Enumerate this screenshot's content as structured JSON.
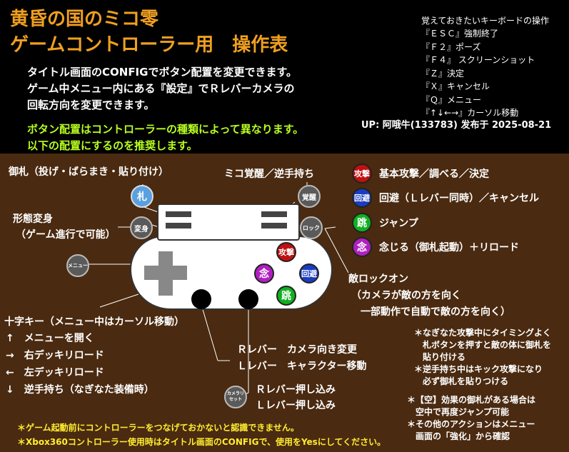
{
  "header": {
    "title_line1": "黄昏の国のミコ零",
    "title_line2": "ゲームコントローラー用　操作表",
    "intro_lines": [
      "タイトル画面のCONFIGでボタン配置を変更できます。",
      "ゲーム中メニュー内にある『設定』でＲレバーカメラの",
      "回転方向を変更できます。"
    ],
    "green_lines": [
      "ボタン配置はコントローラーの種類によって異なります。",
      "以下の配置にするのを推奨します。"
    ],
    "keyboard_title": "覚えておきたいキーボードの操作",
    "keyboard_items": [
      "『ＥＳＣ』強制終了",
      "『Ｆ２』ポーズ",
      "『Ｆ４』 スクリーンショット",
      "『Ｚ』決定",
      "『Ｘ』キャンセル",
      "『Ｑ』メニュー",
      "『↑↓←→』カーソル移動"
    ],
    "uploader": "UP: 阿哦牛(133783) 发布于 2025-08-21"
  },
  "labels": {
    "ofuda": "御札（投げ・ばらまき・貼り付け）",
    "miko": "ミコ覚醒／逆手持ち",
    "henshin": "形態変身",
    "henshin_sub": "（ゲーム進行で可能）",
    "lockon": "敵ロックオン",
    "lockon_sub1": "（カメラが敵の方を向く",
    "lockon_sub2": "一部動作で自動で敵の方を向く）",
    "dpad_title": "十字キー（メニュー中はカーソル移動）",
    "dpad_items": [
      "↑　メニューを開く",
      "→　右デッキリロード",
      "←　左デッキリロード",
      "↓　逆手持ち（なぎなた装備時）"
    ],
    "r_lever": "Ｒレバー　カメラ向き変更",
    "l_lever": "Ｌレバー　キャラクター移動",
    "r_press": "Ｒレバー押し込み",
    "l_press": "Ｌレバー押し込み"
  },
  "buttons": {
    "ofuda": "札",
    "kakusei": "覚醒",
    "henshin": "変身",
    "lock": "ロック",
    "menu": "メニュー",
    "camera_reset": "カメラリセット",
    "attack": "攻撃",
    "dodge": "回避",
    "jump": "跳",
    "nen": "念"
  },
  "legend": [
    {
      "icon": "攻撃",
      "color": "#c01010",
      "label": "基本攻撃／調べる／決定"
    },
    {
      "icon": "回避",
      "color": "#1a3cc0",
      "label": "回避（Ｌレバー同時）／キャンセル"
    },
    {
      "icon": "跳",
      "color": "#10b020",
      "label": "ジャンプ"
    },
    {
      "icon": "念",
      "color": "#b020c0",
      "label": "念じる（御札起動）＋リロード"
    }
  ],
  "notes": [
    "＊なぎなた攻撃中にタイミングよく",
    "　札ボタンを押すと敵の体に御札を",
    "　貼り付ける",
    "＊逆手持ち中はキック攻撃になり",
    "　必ず御札を貼りつける",
    "＊【空】効果の御札がある場合は",
    "　空中で再度ジャンプ可能",
    "＊その他のアクションはメニュー",
    "　画面の「強化」から確認"
  ],
  "footer": [
    "＊ゲーム起動前にコントローラーをつなげておかないと認識できません。",
    "＊Xbox360コントローラー使用時はタイトル画面のCONFIGで、使用をYesにしてください。"
  ]
}
